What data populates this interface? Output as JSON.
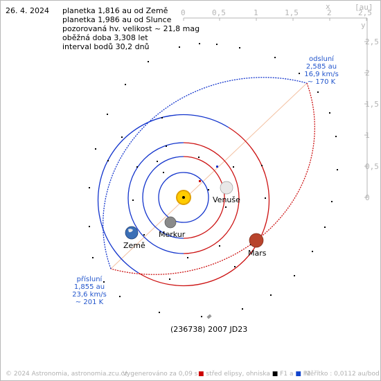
{
  "date": "26. 4. 2024",
  "info_lines": [
    "planetka 1,816 au od Země",
    "planetka 1,986 au od Slunce",
    "pozorovaná hv. velikost ~ 21,8 mag",
    "oběžná doba 3,308 let",
    "interval bodů 30,2 dnů"
  ],
  "x_axis": {
    "unit": "[au]",
    "x_letter": "x",
    "ticks": [
      "0",
      "0,5",
      "1",
      "1,5",
      "2",
      "2,5"
    ]
  },
  "y_axis": {
    "y_letter": "y",
    "ticks": [
      "2,5",
      "2",
      "1,5",
      "1",
      "0,5",
      "0"
    ]
  },
  "aphelion": {
    "title": "odsluní",
    "distance": "2,585 au",
    "speed": "16,9 km/s",
    "temp": "~ 170 K"
  },
  "perihelion": {
    "title": "přísluní",
    "distance": "1,855 au",
    "speed": "23,6 km/s",
    "temp": "~ 201 K"
  },
  "planets": {
    "venus": "Venuše",
    "mercury": "Merkur",
    "earth": "Země",
    "mars": "Mars"
  },
  "asteroid_name": "(236738) 2007 JD23",
  "footer": {
    "copyright": "© 2024 Astronomia, astronomia.zcu.cz",
    "generated": "Vygenerováno za 0,09 s",
    "legend_center": "střed elipsy, ohniska",
    "f1": "F1",
    "and_word": "a",
    "f2": "F2",
    "scale": "Měřítko : 0,0112 au/bod"
  },
  "colors": {
    "orbit_blue": "#1133cc",
    "orbit_red": "#cc1111",
    "axis_gray": "#b4b4b4",
    "note_blue": "#2255cc",
    "sun": "#ffcc00"
  }
}
